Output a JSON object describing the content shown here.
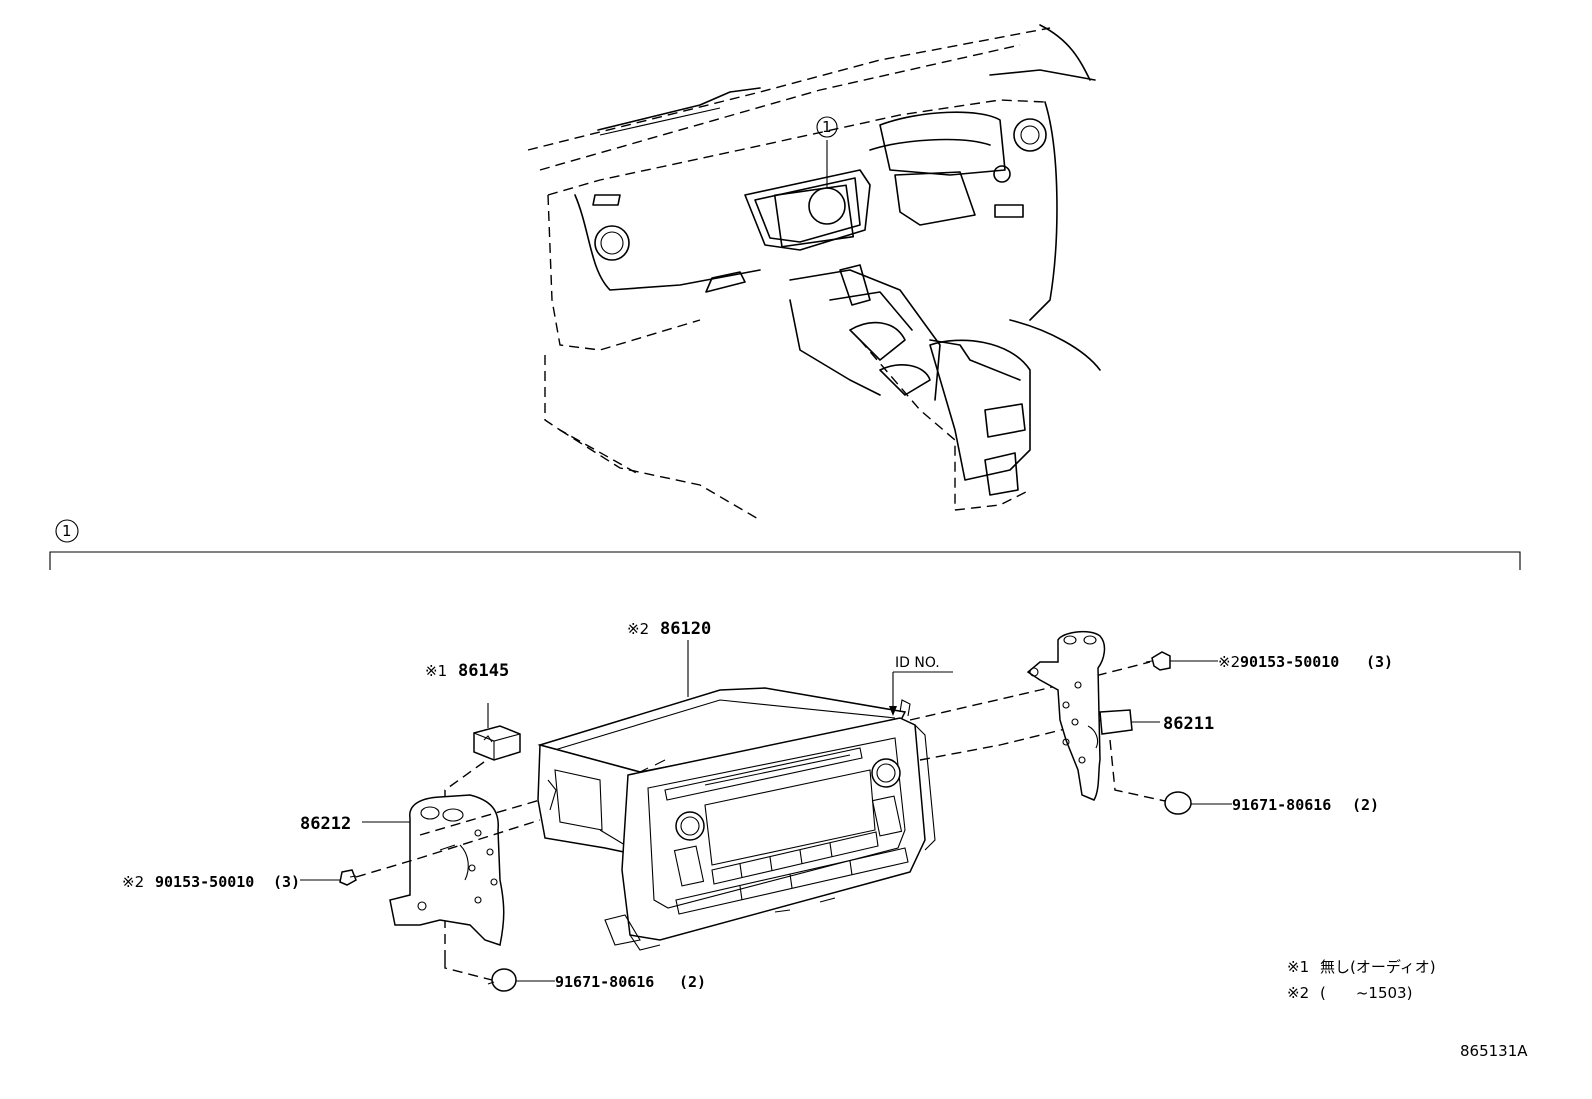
{
  "callout_number": "1",
  "parts": {
    "audio_unit": {
      "marker": "※2",
      "part_no": "86120"
    },
    "relay": {
      "marker": "※1",
      "part_no": "86145"
    },
    "bracket_left": {
      "part_no": "86212"
    },
    "bracket_right": {
      "part_no": "86211"
    },
    "screw_left": {
      "marker": "※2",
      "part_no": "90153-50010",
      "qty": "(3)"
    },
    "screw_right": {
      "marker": "※2",
      "part_no": "90153-50010",
      "qty": "(3)"
    },
    "clip_left": {
      "part_no": "91671-80616",
      "qty": "(2)"
    },
    "clip_right": {
      "part_no": "91671-80616",
      "qty": "(2)"
    },
    "id_label": "ID NO."
  },
  "notes": [
    {
      "marker": "※1",
      "text": "無し(オーディオ)"
    },
    {
      "marker": "※2",
      "text": "(　　~1503)"
    }
  ],
  "figure_id": "865131A"
}
